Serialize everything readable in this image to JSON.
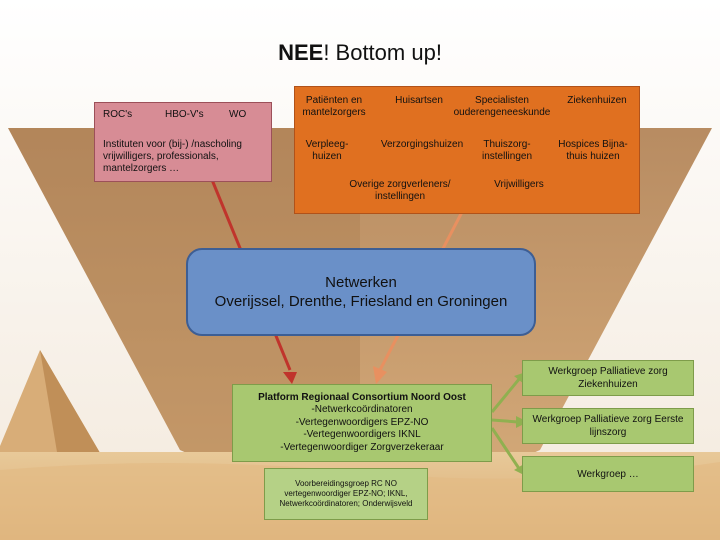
{
  "title": {
    "bold": "NEE",
    "rest": "! Bottom up!"
  },
  "education_box": {
    "headers": [
      "ROC's",
      "HBO-V's",
      "WO"
    ],
    "body": "Instituten voor (bij-) /nascholing vrijwilligers, professionals, mantelzorgers …"
  },
  "care_box": {
    "row1": [
      "Patiënten en mantelzorgers",
      "Huisartsen",
      "Specialisten ouderengeneeskunde",
      "Ziekenhuizen"
    ],
    "row2": [
      "Verpleeg-huizen",
      "Verzorgingshuizen",
      "Thuiszorg-instellingen",
      "Hospices Bijna-thuis huizen"
    ],
    "row3": [
      "Overige zorgverleners/ instellingen",
      "Vrijwilligers"
    ]
  },
  "network": {
    "line1": "Netwerken",
    "line2": "Overijssel, Drenthe, Friesland en Groningen"
  },
  "platform": {
    "title": "Platform Regionaal Consortium Noord Oost",
    "lines": [
      "-Netwerkcoördinatoren",
      "-Vertegenwoordigers EPZ-NO",
      "-Vertegenwoordigers IKNL",
      "-Vertegenwoordiger Zorgverzekeraar"
    ]
  },
  "prep_group": {
    "title": "Voorbereidingsgroep RC NO",
    "lines": [
      "vertegenwoordiger EPZ-NO; IKNL,",
      "Netwerkcoördinatoren; Onderwijsveld"
    ]
  },
  "working_groups": [
    "Werkgroep Palliatieve zorg Ziekenhuizen",
    "Werkgroep Palliatieve zorg Eerste lijnszorg",
    "Werkgroep …"
  ],
  "colors": {
    "sky": "#f6efe6",
    "sand": "#e9c58f",
    "pyramid": "#c99a62",
    "arrow_red": "#c0342c",
    "arrow_orange": "#e89060",
    "arrow_green": "#90b050"
  }
}
